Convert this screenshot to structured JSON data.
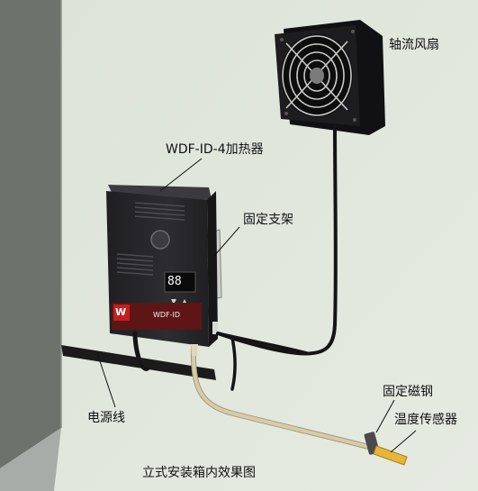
{
  "labels": {
    "fan": "轴流风扇",
    "heater": "WDF-ID-4加热器",
    "bracket": "固定支架",
    "magnet": "固定磁钢",
    "power_cord": "电源线",
    "sensor": "温度传感器"
  },
  "caption": "立式安装箱内效果图",
  "device": {
    "display": "88",
    "brand_mark": "W",
    "model_badge": "WDF-ID"
  },
  "colors": {
    "wall": "#dfe4dc",
    "cabinet_side": "#6d716c",
    "floor": "#a9aeaa",
    "heater_body": "#2a2a2d",
    "fan_frame": "#1d1d1f",
    "cable": "#141414",
    "sensor_cable": "#d8cba8",
    "sensor_probe": "#e7b53a"
  },
  "icons": [
    "fan-icon",
    "heater-icon",
    "bracket-icon",
    "sensor-probe-icon",
    "power-plug-icon"
  ]
}
